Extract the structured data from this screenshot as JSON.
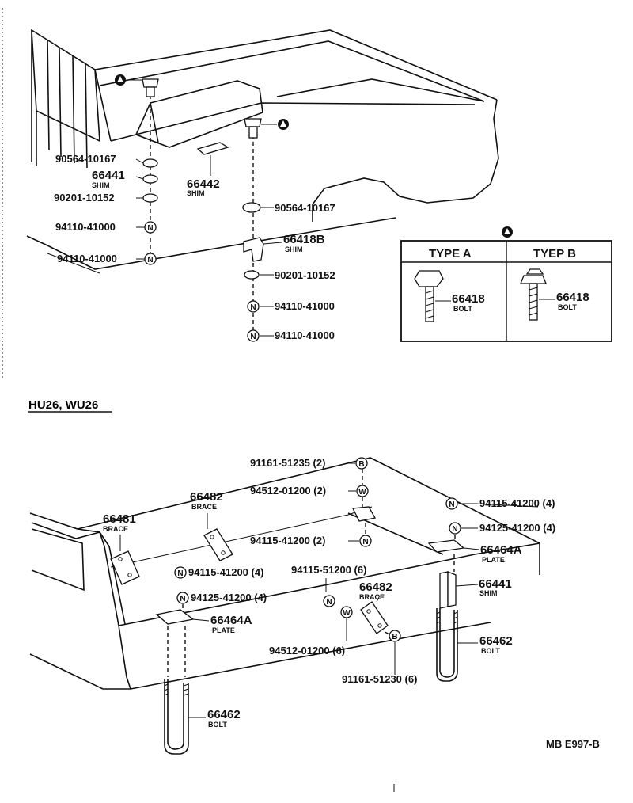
{
  "upper": {
    "callouts": [
      {
        "part": "90564-10167"
      },
      {
        "part": "66441",
        "desc": "SHIM"
      },
      {
        "part": "90201-10152"
      },
      {
        "part": "94110-41000"
      },
      {
        "part": "94110-41000"
      },
      {
        "part": "66442",
        "desc": "SHIM"
      },
      {
        "part": "90564-10167"
      },
      {
        "part": "66418B",
        "desc": "SHIM"
      },
      {
        "part": "90201-10152"
      },
      {
        "part": "94110-41000"
      },
      {
        "part": "94110-41000"
      }
    ],
    "symbols": {
      "A": "A",
      "N": "N"
    }
  },
  "type_table": {
    "symbol": "A",
    "type_a": {
      "header": "TYPE A",
      "part": "66418",
      "desc": "BOLT"
    },
    "type_b": {
      "header": "TYEP B",
      "part": "66418",
      "desc": "BOLT"
    }
  },
  "section_title": "HU26, WU26",
  "lower": {
    "callouts": [
      {
        "text": "91161-51235 (2)"
      },
      {
        "text": "94512-01200 (2)"
      },
      {
        "text": "94115-41200 (2)"
      },
      {
        "text": "94115-41200 (4)"
      },
      {
        "text": "94125-41200 (4)"
      },
      {
        "text": "94115-41200 (4)"
      },
      {
        "text": "94125-41200 (4)"
      },
      {
        "text": "94115-51200 (6)"
      },
      {
        "text": "94512-01200 (6)"
      },
      {
        "text": "91161-51230 (6)"
      }
    ],
    "parts": [
      {
        "part": "66481",
        "desc": "BRACE"
      },
      {
        "part": "66482",
        "desc": "BRACE"
      },
      {
        "part": "66464A",
        "desc": "PLATE"
      },
      {
        "part": "66464A",
        "desc": "PLATE"
      },
      {
        "part": "66441",
        "desc": "SHIM"
      },
      {
        "part": "66482",
        "desc": "BRACE"
      },
      {
        "part": "66462",
        "desc": "BOLT"
      },
      {
        "part": "66462",
        "desc": "BOLT"
      }
    ],
    "symbols": {
      "N": "N",
      "W": "W",
      "B": "B"
    }
  },
  "figure_code": "MB E997-B"
}
